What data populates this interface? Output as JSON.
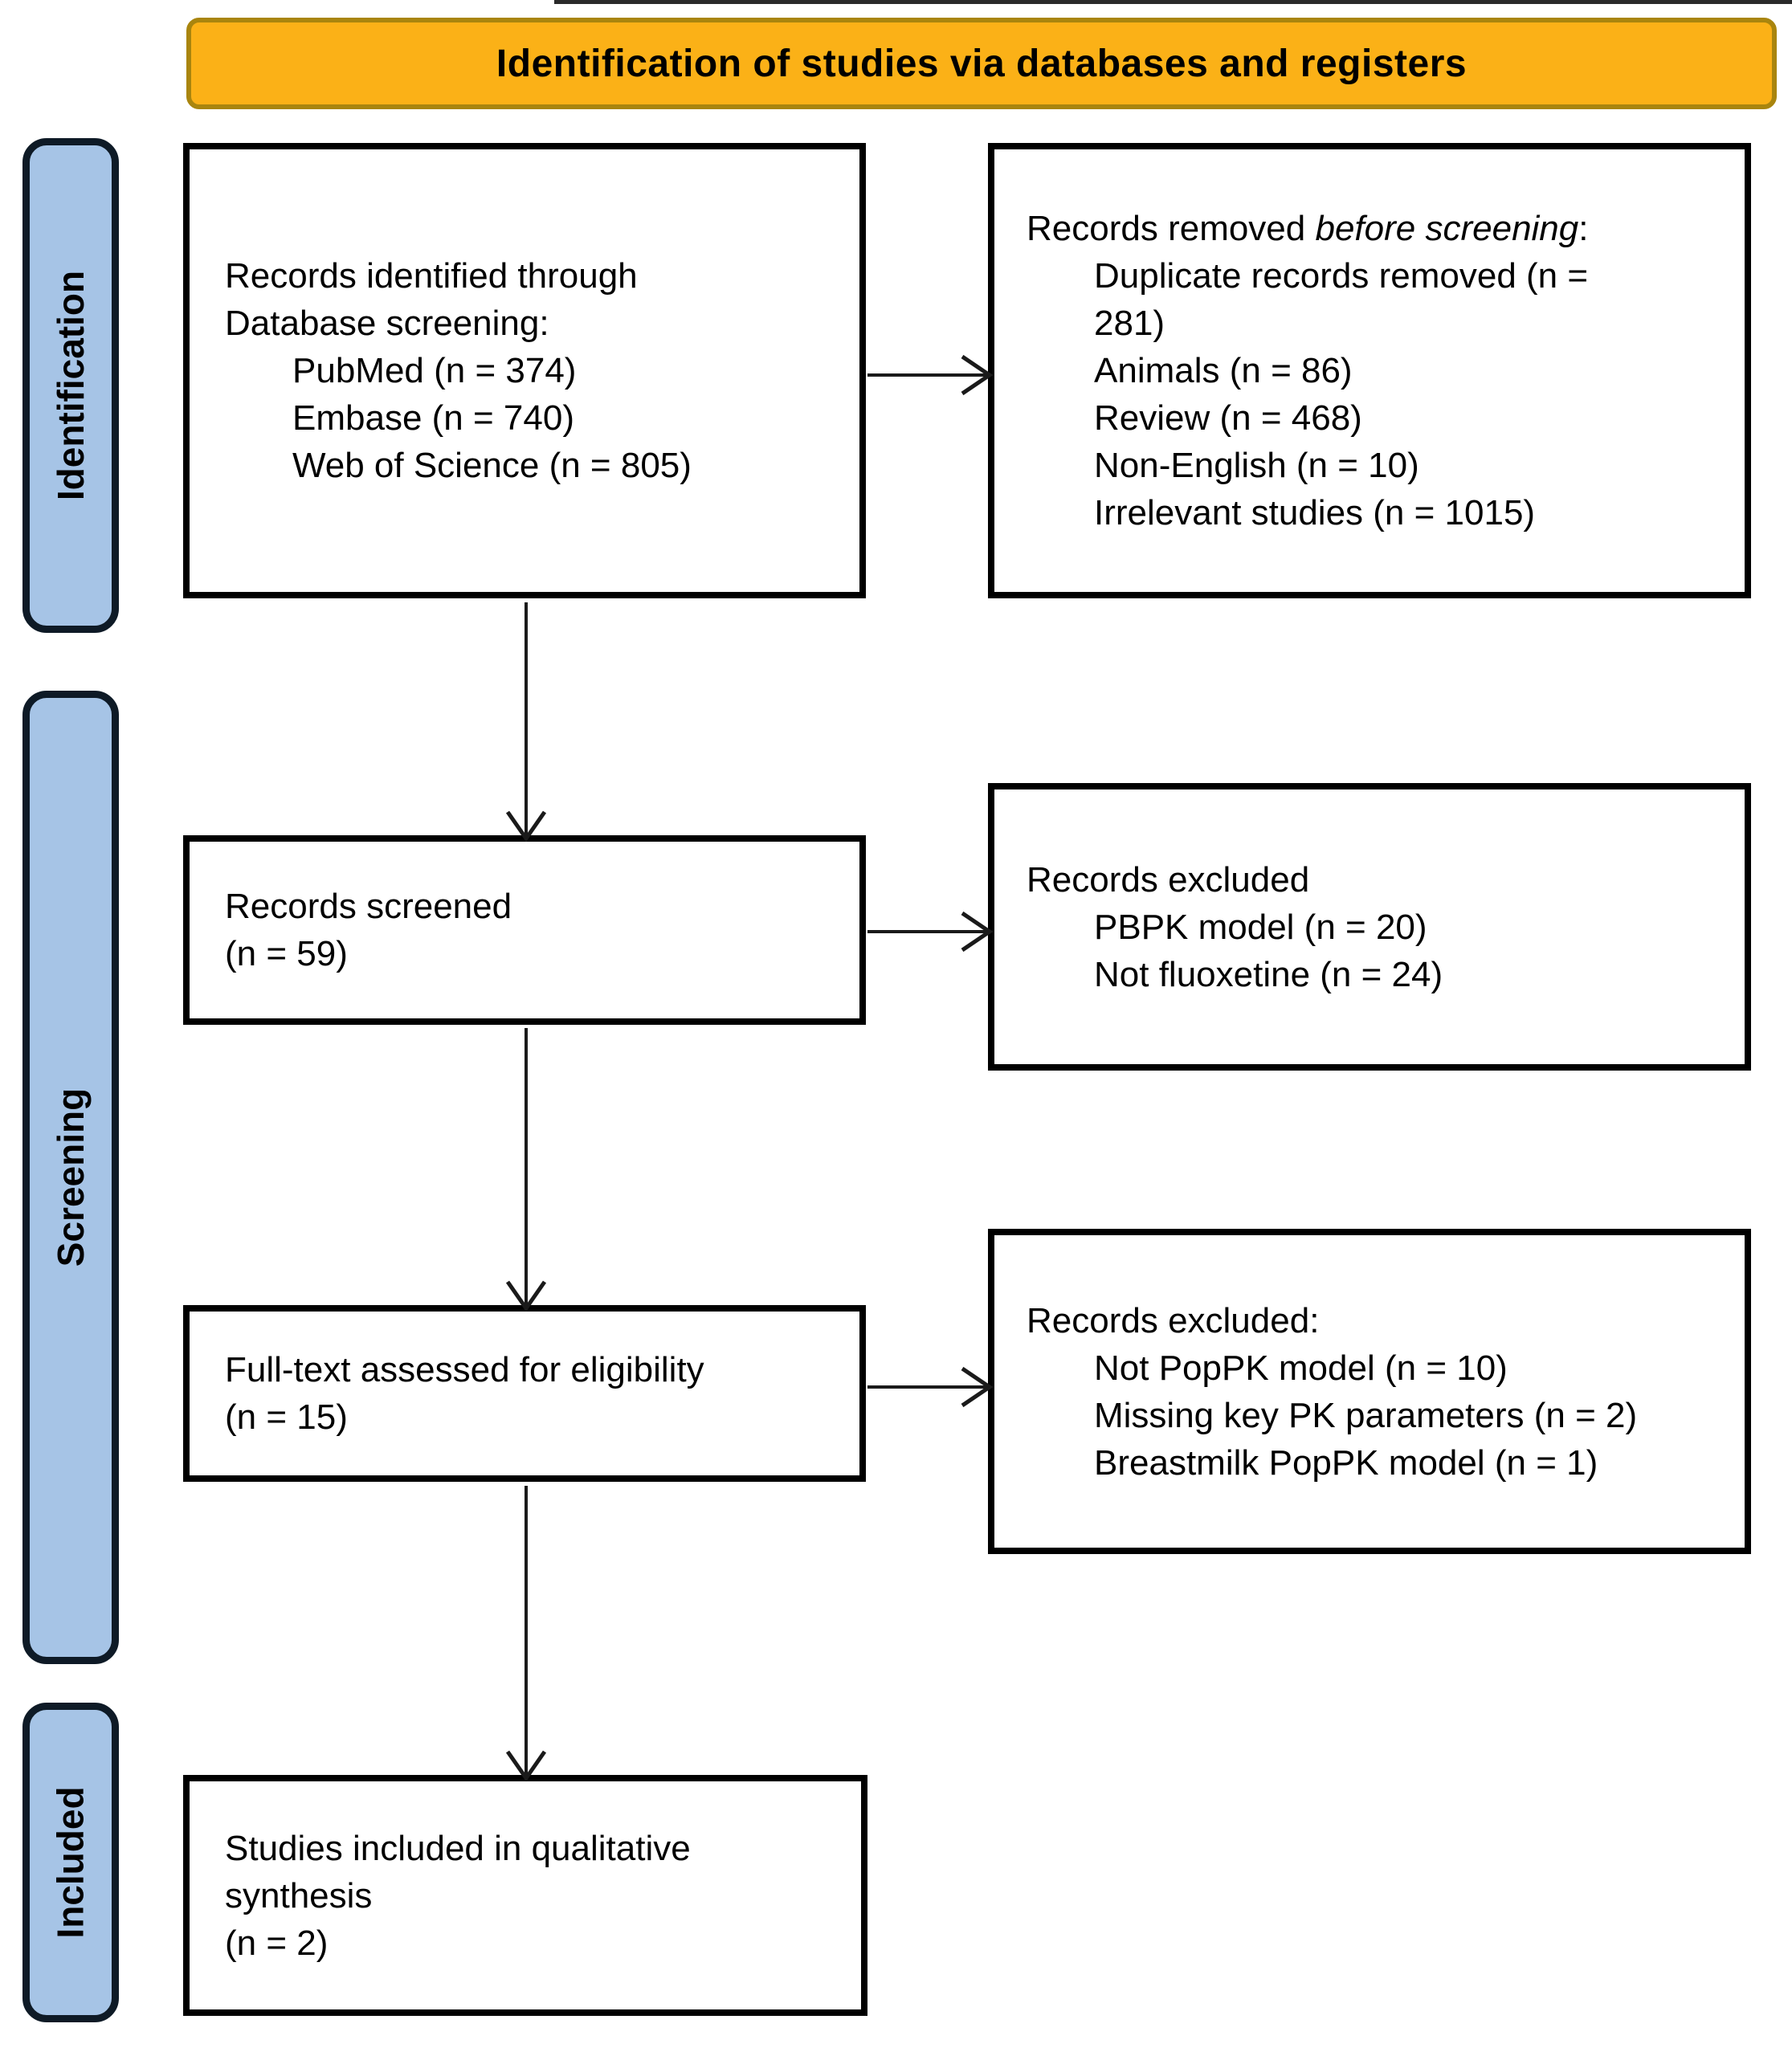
{
  "banner": {
    "title": "Identification of studies via databases and registers"
  },
  "stages": {
    "identification": "Identification",
    "screening": "Screening",
    "included": "Included"
  },
  "boxes": {
    "records_identified": {
      "heading": "Records identified through\nDatabase screening:",
      "items": [
        "PubMed (n = 374)",
        "Embase (n = 740)",
        "Web of Science (n = 805)"
      ]
    },
    "records_removed": {
      "heading_prefix": "Records removed ",
      "heading_italic": "before screening",
      "heading_suffix": ":",
      "items": [
        "Duplicate records removed (n =\n281)",
        "Animals (n = 86)",
        "Review (n = 468)",
        "Non-English (n = 10)",
        "Irrelevant studies (n = 1015)"
      ]
    },
    "records_screened": {
      "heading": "Records screened\n(n = 59)"
    },
    "records_excluded_screening": {
      "heading": "Records excluded",
      "items": [
        "PBPK model (n = 20)",
        "Not fluoxetine (n = 24)"
      ]
    },
    "fulltext_assessed": {
      "heading": "Full-text assessed for eligibility\n(n = 15)"
    },
    "records_excluded_fulltext": {
      "heading": "Records excluded:",
      "items": [
        "Not PopPK model (n = 10)",
        "Missing key PK parameters (n = 2)",
        "Breastmilk PopPK model (n = 1)"
      ]
    },
    "studies_included": {
      "heading": "Studies included in qualitative\nsynthesis\n(n = 2)"
    }
  },
  "colors": {
    "banner_fill": "#FBB117",
    "banner_border": "#A9850E",
    "stage_fill": "#A6C4E6",
    "stage_border": "#0E1A26",
    "box_border": "#000000",
    "arrow": "#1A1A1A"
  }
}
